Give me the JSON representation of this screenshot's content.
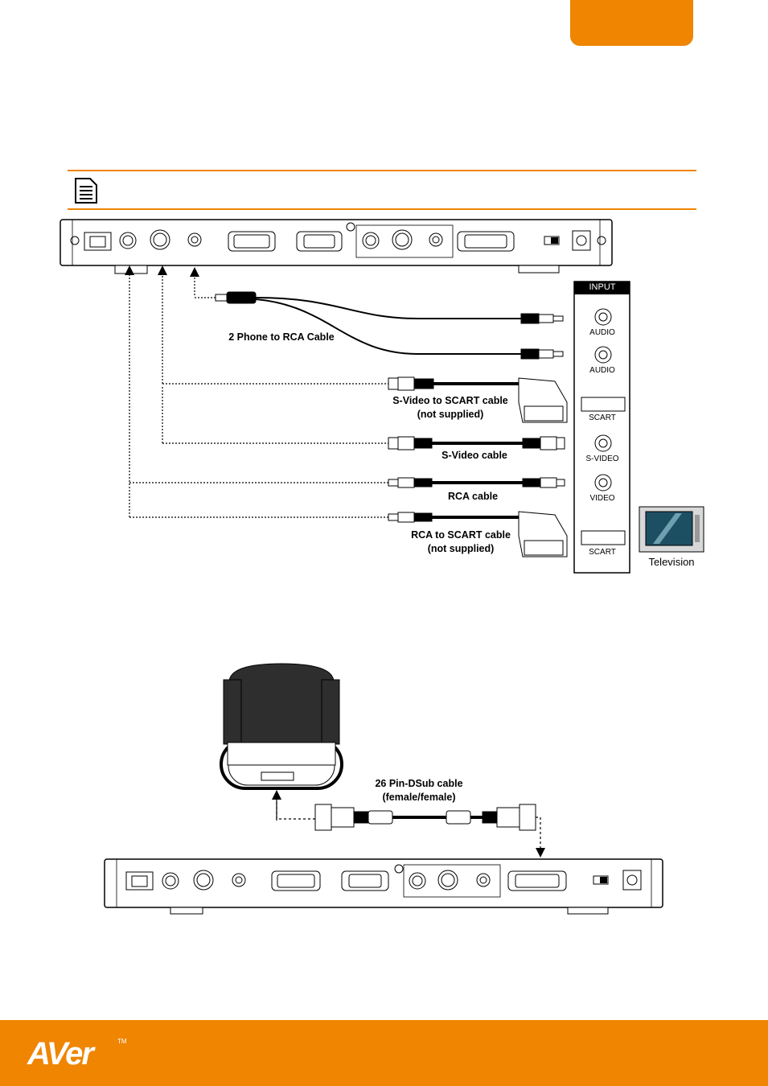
{
  "brand": {
    "logo_text": "AVer",
    "trademark": "TM",
    "accent": "#ef8500"
  },
  "tv_panel": {
    "header": "INPUT",
    "ports": [
      "AUDIO",
      "AUDIO",
      "SCART",
      "S-VIDEO",
      "VIDEO",
      "SCART"
    ],
    "device_label": "Television"
  },
  "cables": {
    "phone_rca": "2 Phone to RCA Cable",
    "svideo_scart_1": "S-Video to SCART cable",
    "svideo_scart_2": "(not supplied)",
    "svideo": "S-Video cable",
    "rca": "RCA cable",
    "rca_scart_1": "RCA to SCART cable",
    "rca_scart_2": "(not supplied)",
    "dsub_1": "26 Pin-DSub cable",
    "dsub_2": "(female/female)"
  },
  "icons": {
    "note": "note-icon",
    "tv": "television-icon",
    "camera": "camera-icon"
  }
}
